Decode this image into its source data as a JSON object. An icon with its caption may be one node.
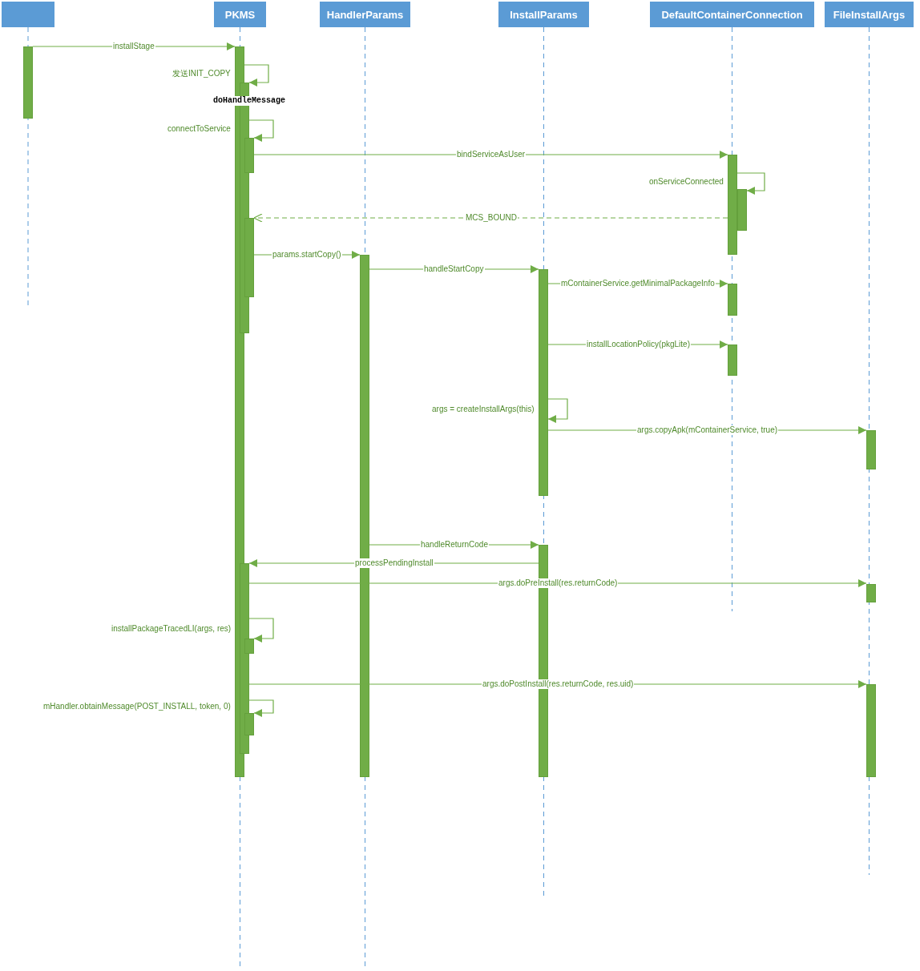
{
  "diagram": {
    "nodes": [
      {
        "text": [],
        "shape": "box"
      },
      {
        "text": [
          "PKMS"
        ]
      },
      {
        "text": [
          "HandlerParams"
        ]
      },
      {
        "text": [
          "InstallParams"
        ]
      },
      {
        "text": [
          "DefaultContainerConnection"
        ]
      },
      {
        "text": [
          "FileInstallArgs"
        ]
      },
      {
        "text": [],
        "shape": "bar"
      },
      {
        "text": [],
        "shape": "bar"
      },
      {
        "text": [],
        "shape": "bar"
      },
      {
        "text": [],
        "shape": "bar"
      },
      {
        "text": [],
        "shape": "bar"
      },
      {
        "text": [],
        "shape": "bar"
      },
      {
        "text": [],
        "shape": "bar"
      },
      {
        "text": [],
        "shape": "bar"
      },
      {
        "text": [],
        "shape": "bar"
      },
      {
        "text": [],
        "shape": "bar"
      },
      {
        "text": [],
        "shape": "bar"
      },
      {
        "text": [],
        "shape": "bar"
      },
      {
        "text": [],
        "shape": "bar"
      },
      {
        "text": [],
        "shape": "bar"
      },
      {
        "text": [],
        "shape": "bar"
      },
      {
        "text": [],
        "shape": "bar"
      },
      {
        "text": [],
        "shape": "bar"
      },
      {
        "text": [],
        "shape": "bar"
      }
    ],
    "edges": [
      {
        "from": 6,
        "to": 7,
        "arrow": "to",
        "label": "installStage"
      },
      {
        "from": 7,
        "to": 8,
        "arrow": "to",
        "label": "发送INIT_COPY"
      },
      {
        "from": 8,
        "to": 9,
        "arrow": "to",
        "label": "connectToService"
      },
      {
        "from": 9,
        "to": 10,
        "arrow": "to",
        "label": "bindServiceAsUser"
      },
      {
        "from": 10,
        "to": 11,
        "arrow": "to",
        "label": "onServiceConnected"
      },
      {
        "from": 10,
        "to": 12,
        "arrow": "to",
        "label": "MCS_BOUND",
        "style": "dashed"
      },
      {
        "from": 12,
        "to": 13,
        "arrow": "to",
        "label": "params.startCopy()"
      },
      {
        "from": 13,
        "to": 14,
        "arrow": "to",
        "label": "handleStartCopy"
      },
      {
        "from": 14,
        "to": 15,
        "arrow": "to",
        "label": "mContainerService.getMinimalPackageInfo"
      },
      {
        "from": 14,
        "to": 16,
        "arrow": "to",
        "label": "installLocationPolicy(pkgLite)"
      },
      {
        "from": 14,
        "to": 14,
        "arrow": "to",
        "label": "args = createInstallArgs(this)"
      },
      {
        "from": 14,
        "to": 17,
        "arrow": "to",
        "label": "args.copyApk(mContainerService, true)"
      },
      {
        "from": 13,
        "to": 18,
        "arrow": "to",
        "label": "handleReturnCode"
      },
      {
        "from": 18,
        "to": 19,
        "arrow": "to",
        "label": "processPendingInstall"
      },
      {
        "from": 19,
        "to": 20,
        "arrow": "to",
        "label": "args.doPreInstall(res.returnCode)"
      },
      {
        "from": 19,
        "to": 21,
        "arrow": "to",
        "label": "installPackageTracedLI(args, res)"
      },
      {
        "from": 19,
        "to": 22,
        "arrow": "to",
        "label": "args.doPostInstall(res.returnCode, res.uid)"
      },
      {
        "from": 19,
        "to": 23,
        "arrow": "to",
        "label": "mHandler.obtainMessage(POST_INSTALL, token, 0)"
      }
    ],
    "labels": [
      "doHandleMessage"
    ]
  }
}
